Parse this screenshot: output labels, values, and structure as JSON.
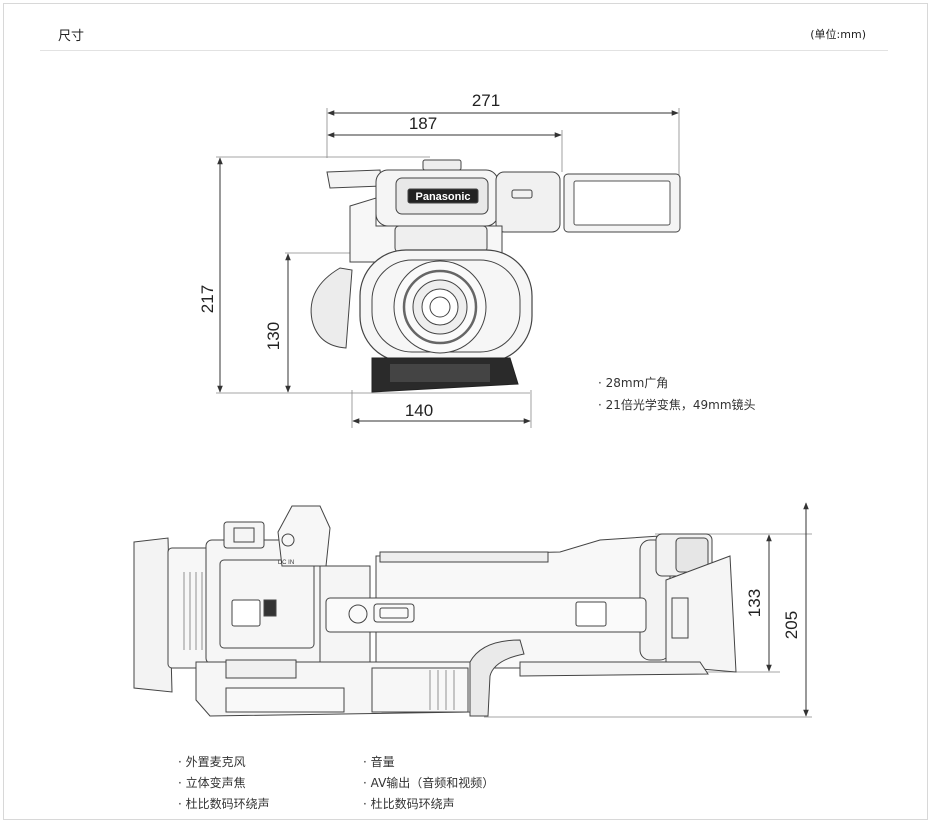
{
  "header": {
    "title": "尺寸",
    "unit": "(单位:mm)"
  },
  "front_view": {
    "brand": "Panasonic",
    "dimensions": {
      "width_total": "271",
      "width_body": "187",
      "height_total": "217",
      "height_body": "130",
      "width_base": "140"
    },
    "features": [
      "28mm广角",
      "21倍光学变焦，49mm镜头"
    ]
  },
  "side_view": {
    "label": "DC IN",
    "dimensions": {
      "height_body": "133",
      "height_total": "205"
    },
    "features_col1": [
      "外置麦克风",
      "立体变声焦",
      "杜比数码环绕声"
    ],
    "features_col2": [
      "音量",
      "AV输出（音频和视频）",
      "杜比数码环绕声"
    ]
  }
}
